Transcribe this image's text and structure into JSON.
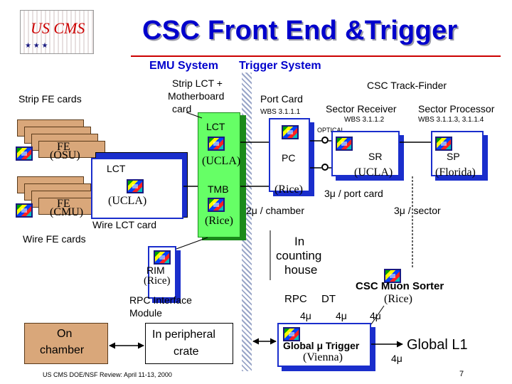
{
  "logo": {
    "text": "US CMS"
  },
  "title": "CSC Front End &Trigger",
  "subtitle": {
    "emu": "EMU System",
    "trigger": "Trigger System"
  },
  "labels": {
    "strip_fe_cards": "Strip FE cards",
    "strip_lct_line1": "Strip LCT +",
    "strip_lct_line2": "Motherboard",
    "strip_lct_line3": "card",
    "lct_top": "LCT",
    "ucla_mid": "(UCLA)",
    "fe_osu_1": "FE",
    "fe_osu_2": "(OSU)",
    "lct_left": "LCT",
    "tmb": "TMB",
    "ucla_left": "(UCLA)",
    "fe_cmu_1": "FE",
    "fe_cmu_2": "(CMU)",
    "rice_tmb": "(Rice)",
    "wire_lct_card": "Wire LCT card",
    "wire_fe_cards": "Wire FE cards",
    "rim": "RIM",
    "rim_rice": "(Rice)",
    "rpc_interface_1": "RPC Interface",
    "rpc_interface_2": "Module",
    "on_chamber_1": "On",
    "on_chamber_2": "chamber",
    "peripheral_1": "In peripheral",
    "peripheral_2": "crate",
    "footer": "US CMS DOE/NSF Review: April 11-13, 2000",
    "port_card": "Port Card",
    "wbs_port": "WBS 3.1.1.1",
    "pc": "PC",
    "pc_rice": "(Rice)",
    "csc_track_finder": "CSC Track-Finder",
    "sector_receiver": "Sector Receiver",
    "sector_processor": "Sector Processor",
    "wbs_sr": "WBS 3.1.1.2",
    "wbs_sp": "WBS 3.1.1.3, 3.1.1.4",
    "optical": "OPTICAL",
    "sr": "SR",
    "sr_ucla": "(UCLA)",
    "sp": "SP",
    "sp_florida": "(Florida)",
    "three_mu_port": "3μ / port card",
    "two_mu_chamber": "2μ / chamber",
    "three_mu_sector": "3μ / sector",
    "counting_1": "In",
    "counting_2": "counting",
    "counting_3": "house",
    "muon_sorter": "CSC Muon Sorter",
    "muon_sorter_rice": "(Rice)",
    "rpc": "RPC",
    "dt": "DT",
    "four_mu_rpc": "4μ",
    "four_mu_dt": "4μ",
    "four_mu_sorter": "4μ",
    "global_mu_trigger": "Global μ Trigger",
    "vienna": "(Vienna)",
    "global_l1": "Global L1",
    "four_mu_l1": "4μ",
    "page_number": "7"
  },
  "colors": {
    "title": "#0000cc",
    "board_green": "#66ff66",
    "card_tan": "#d9a77a",
    "hatch": "#9aa6c8"
  }
}
